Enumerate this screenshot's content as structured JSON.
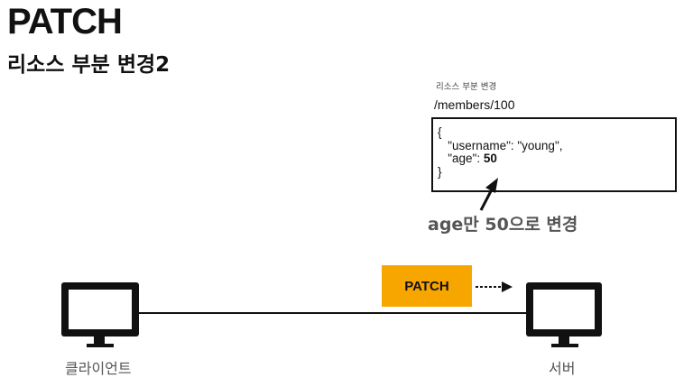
{
  "header": {
    "title": "PATCH",
    "subtitle": "리소스 부분 변경2"
  },
  "resource": {
    "caption": "리소스 부분 변경",
    "path": "/members/100",
    "code_lines": [
      {
        "text": "{",
        "value": ""
      },
      {
        "text": "   \"username\": \"young\",",
        "value": ""
      },
      {
        "text": "   \"age\": ",
        "value": "50"
      },
      {
        "text": "}",
        "value": ""
      }
    ]
  },
  "annotation": "age만 50으로 변경",
  "request": {
    "method_label": "PATCH",
    "color": "#f7a600"
  },
  "nodes": {
    "client_label": "클라이언트",
    "server_label": "서버"
  }
}
